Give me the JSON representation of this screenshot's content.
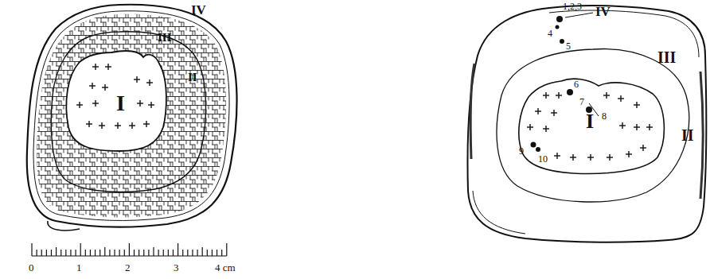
{
  "diagram": {
    "labels": [
      "IV",
      "III",
      "II",
      "I",
      "0",
      "1",
      "2",
      "3",
      "4 cm",
      "1,2,3",
      "IV",
      "4",
      "5",
      "III",
      "6",
      "7",
      "8",
      "I",
      "II",
      "9",
      "10"
    ]
  }
}
